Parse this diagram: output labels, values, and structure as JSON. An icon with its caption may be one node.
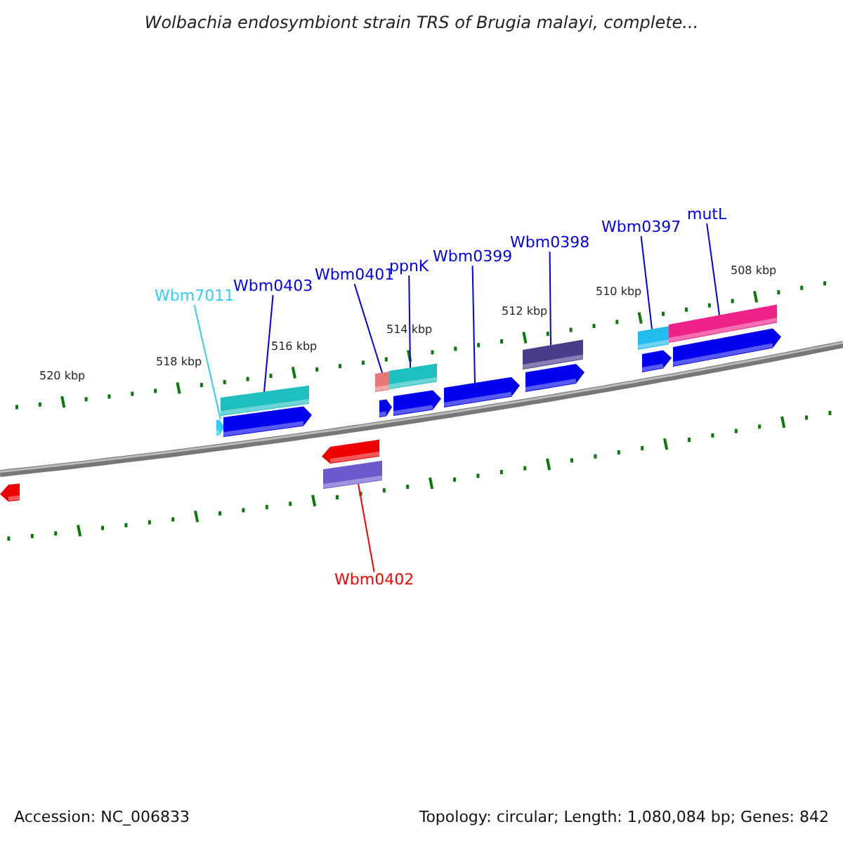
{
  "diagram": {
    "title": "Wolbachia endosymbiont strain TRS of Brugia malayi, complete...",
    "nodes": [
      {
        "text": [
          "Wbm7011"
        ]
      },
      {
        "text": [
          "Wbm0403"
        ]
      },
      {
        "text": [
          "Wbm0401"
        ]
      },
      {
        "text": [
          "ppnK"
        ]
      },
      {
        "text": [
          "Wbm0399"
        ]
      },
      {
        "text": [
          "Wbm0398"
        ]
      },
      {
        "text": [
          "Wbm0397"
        ]
      },
      {
        "text": [
          "mutL"
        ]
      },
      {
        "text": [
          "Wbm0402"
        ]
      },
      {
        "text": [],
        "shape": "bar"
      },
      {
        "text": [],
        "shape": "bar"
      },
      {
        "text": [],
        "shape": "bar"
      },
      {
        "text": [],
        "shape": "bar"
      },
      {
        "text": [],
        "shape": "bar"
      },
      {
        "text": [],
        "shape": "bar"
      },
      {
        "text": [],
        "shape": "bar"
      },
      {
        "text": [],
        "shape": "bar"
      },
      {
        "text": [],
        "shape": "bar"
      },
      {
        "text": [],
        "shape": "bar"
      },
      {
        "text": [],
        "shape": "bar"
      },
      {
        "text": [],
        "shape": "bar"
      },
      {
        "text": [],
        "shape": "bar"
      },
      {
        "text": [],
        "shape": "bar"
      },
      {
        "text": [],
        "shape": "bar"
      },
      {
        "text": [],
        "shape": "bar"
      },
      {
        "text": [],
        "shape": "bar"
      }
    ],
    "edges": [
      {
        "from": 0,
        "to": 9,
        "arrow": "none",
        "color": "#33ccff"
      },
      {
        "from": 1,
        "to": 10,
        "arrow": "none"
      },
      {
        "from": 2,
        "to": 12,
        "arrow": "none"
      },
      {
        "from": 3,
        "to": 13,
        "arrow": "none"
      },
      {
        "from": 4,
        "to": 14,
        "arrow": "none"
      },
      {
        "from": 5,
        "to": 15,
        "arrow": "none"
      },
      {
        "from": 6,
        "to": 16,
        "arrow": "none"
      },
      {
        "from": 7,
        "to": 17,
        "arrow": "none"
      },
      {
        "from": 8,
        "to": 11,
        "arrow": "none",
        "color": "#ff0000"
      }
    ],
    "labels": [
      "520 kbp",
      "518 kbp",
      "516 kbp",
      "514 kbp",
      "512 kbp",
      "510 kbp",
      "508 kbp",
      "Accession: NC_006833",
      "Topology: circular; Length: 1,080,084 bp; Genes: 842"
    ]
  }
}
